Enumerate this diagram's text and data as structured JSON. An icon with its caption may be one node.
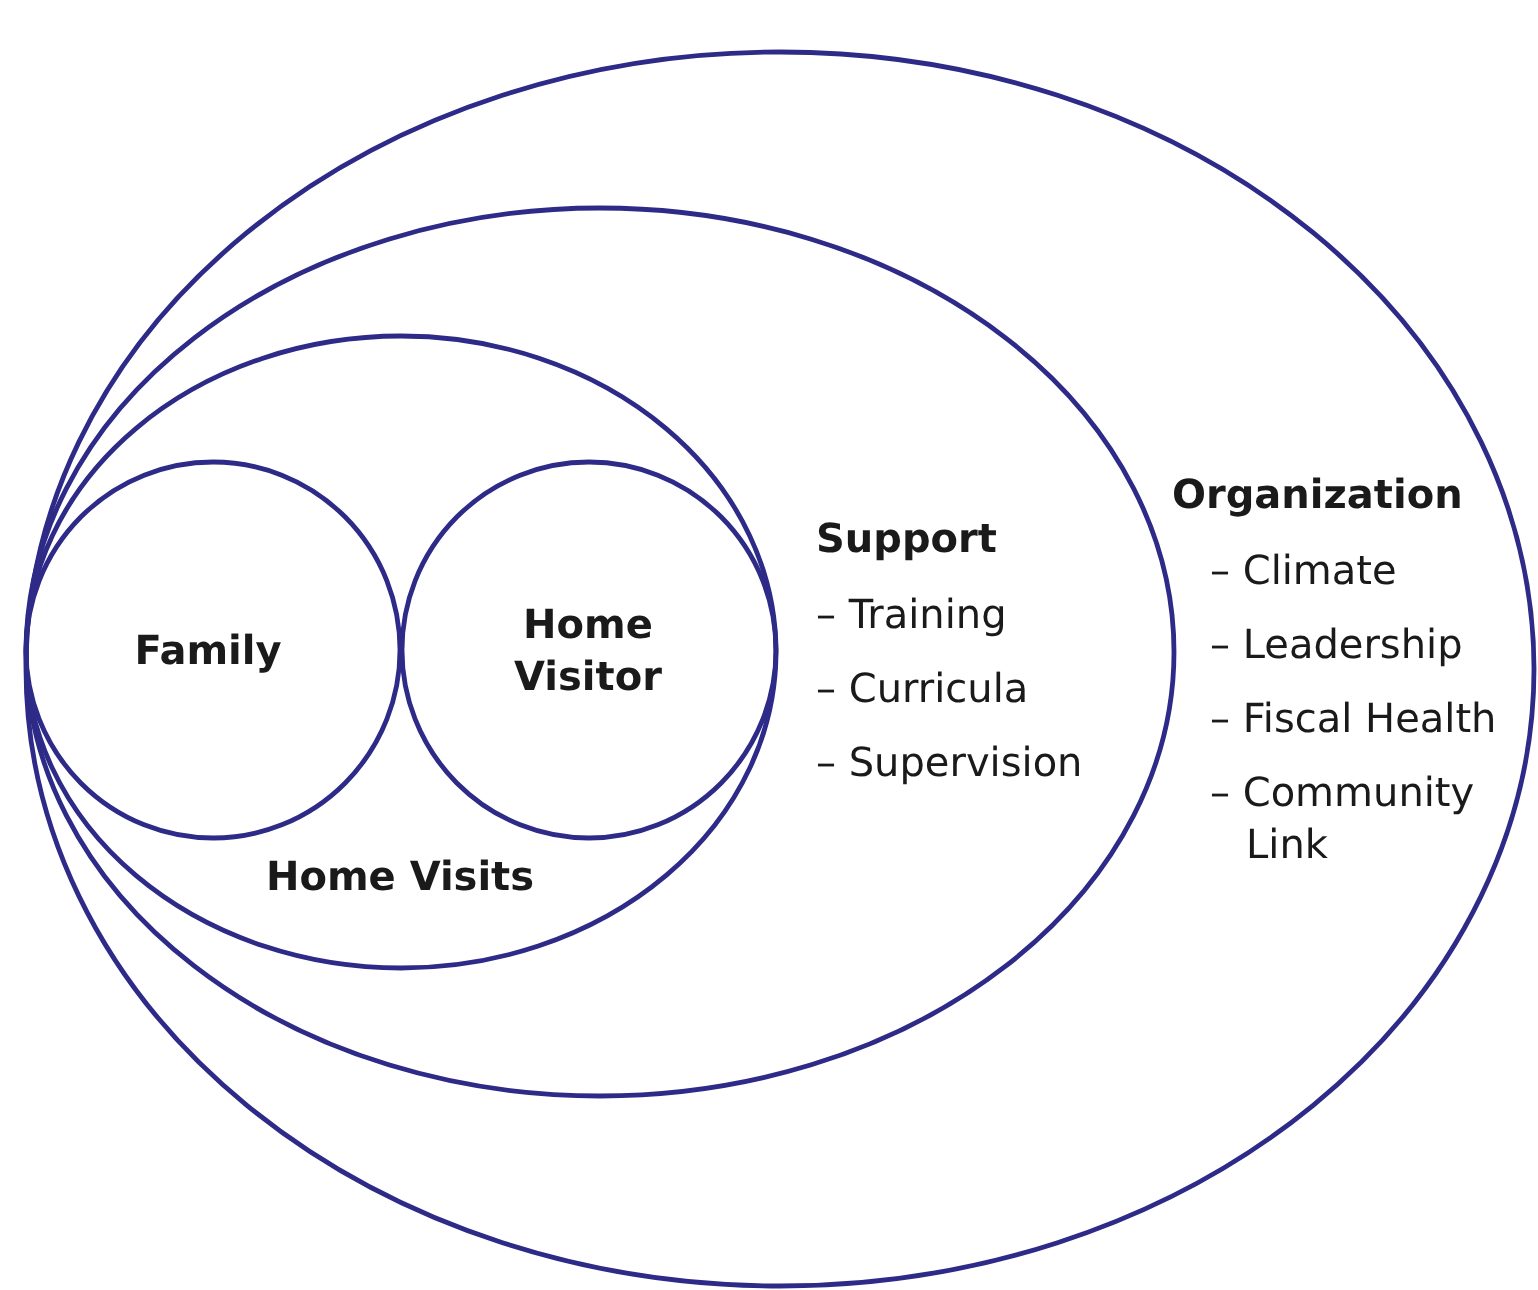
{
  "diagram": {
    "nodes": [
      {
        "text": [
          "Organization",
          "– Climate",
          "– Leadership",
          "– Fiscal Health",
          "– Community Link"
        ]
      },
      {
        "text": [
          "Support",
          "– Training",
          "– Curricula",
          "– Supervision"
        ],
        "in": 0
      },
      {
        "text": [
          "Home Visits"
        ],
        "in": 1
      },
      {
        "text": [
          "Family"
        ],
        "in": 2
      },
      {
        "text": [
          "Home Visitor"
        ],
        "in": 2
      }
    ]
  }
}
